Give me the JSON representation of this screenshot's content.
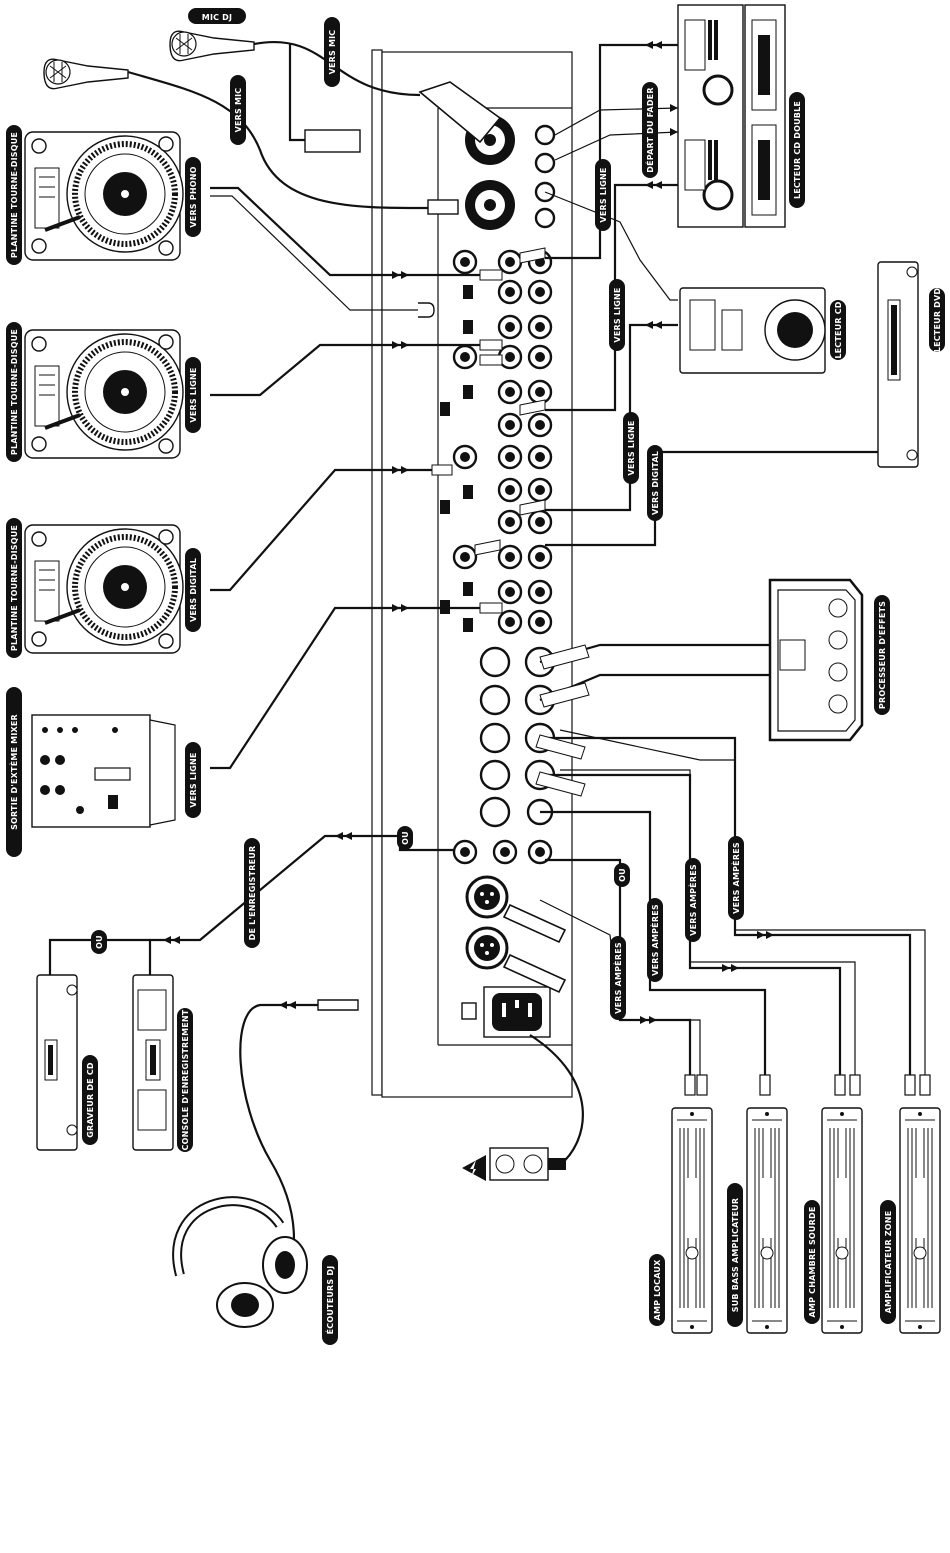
{
  "labels": {
    "mic_dj": "MIC DJ",
    "vers_mic_1": "VERS MIC",
    "vers_mic_2": "VERS MIC",
    "turntable_1": "PLANTINE TOURNE-DISQUE",
    "turntable_2": "PLANTINE TOURNE-DISQUE",
    "turntable_3": "PLANTINE TOURNE-DISQUE",
    "vers_phono": "VERS PHONO",
    "vers_ligne_tt2": "VERS LIGNE",
    "vers_digital_tt3": "VERS DIGITAL",
    "vers_ligne_mixer": "VERS LIGNE",
    "external_mixer": "SORTIE D'EXTÈME MIXER",
    "de_lenregistreur": "DE L'ENREGISTREUR",
    "ou_recorder": "OU",
    "graveur_cd": "GRAVEUR DE CD",
    "console_enregistrement": "CONSOLE D'ENREGISTREMENT",
    "ecouteurs_dj": "ÉCOUTEURS DJ",
    "lecteur_cd_double": "LECTEUR CD DOUBLE",
    "depart_du_fader": "DÉPART DU FADER",
    "vers_ligne_double": "VERS LIGNE",
    "vers_ligne_cd": "VERS LIGNE",
    "lecteur_cd": "LECTEUR CD",
    "lecteur_dvd": "LECTEUR DVD",
    "vers_ligne_dvd": "VERS LIGNE",
    "vers_digital_dvd": "VERS DIGITAL",
    "processeur_effets": "PROCESSEUR D'EFFETS",
    "ou_top": "OU",
    "ou_right": "OU",
    "vers_amperes_1": "VERS AMPÈRES",
    "vers_amperes_2": "VERS AMPÈRES",
    "vers_amperes_3": "VERS AMPÈRES",
    "vers_amperes_4": "VERS AMPÈRES",
    "amp_locaux": "AMP LOCAUX",
    "sub_bass": "SUB BASS AMPLICATEUR",
    "amp_chambre": "AMP CHAMBRE SOURDE",
    "amp_zone": "AMPLIFICATEUR ZONE"
  },
  "icons": {
    "power_warning": "lightning-warning-icon"
  }
}
